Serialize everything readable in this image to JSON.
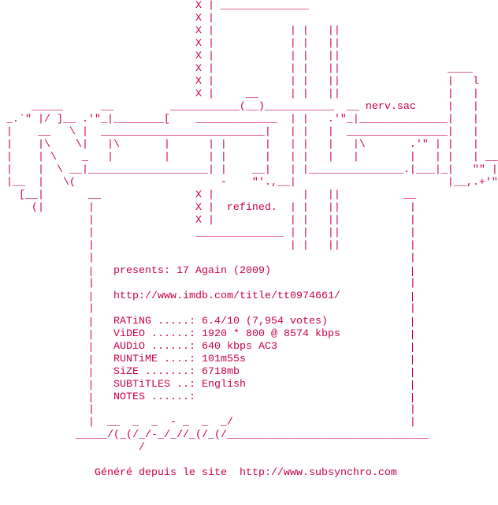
{
  "art": {
    "l0": "                               X | ______________",
    "l1": "                               X |",
    "l2": "                               X |            | |   ||",
    "l5": "                               X |            | |   ||                 ____",
    "l6": "                               X |            | |   ||                 |   l",
    "l7": "                               X |     __     | |   ||                 |   |",
    "l8": "     _____      __         ___________(__)___________  __ nerv.sac     |   |",
    "l9": " _.`\" |/ ]__ .'\"_|________[    _____________  | |   .'\"_|______________|   |",
    "l10": " |    __   \\ |  __________________________|   | |   |  ________________|   |",
    "l11": " |    |\\    \\|   |\\       |      | |      |   | |   |   |\\       .'\" | |   |",
    "l12": " |    | \\    _   |        |      | |      |   | |   |   |        |   | |   | __",
    "l13": " |    |  \\ __|___________________| |    __|   | |_______________.|___|_|   \"\" |",
    "l14": " |__  |   \\(                       -    \"'.,__|                        |__,.+'\"",
    "l15": "   [__|       __               X |              |   ||          __",
    "l16": "     (|       |                X |  refined.  | |   ||           |",
    "l17": "              |                X |            | |   ||           |",
    "l18": "              |                ______________ | |   ||           |",
    "l19": "              |                               | |   ||           |",
    "box": "              |                                                  |",
    "l33": "              |  __  _  _  - _  _  _/                            |",
    "l34": "            _____/(_(/_/-_/_//_(/_(/________________________________",
    "l35": "                      /"
  },
  "release": {
    "presents": "presents: 17 Again (2009)",
    "imdb_url": "http://www.imdb.com/title/tt0974661/",
    "fields": [
      {
        "label": "RATiNG .....:",
        "value": "6.4/10 (7,954 votes)"
      },
      {
        "label": "ViDEO ......:",
        "value": "1920 * 800 @ 8574 kbps"
      },
      {
        "label": "AUDiO ......:",
        "value": "640 kbps AC3"
      },
      {
        "label": "RUNTiME ....:",
        "value": "101m55s"
      },
      {
        "label": "SiZE .......:",
        "value": "6718mb"
      },
      {
        "label": "SUBTiTLES ..:",
        "value": "English"
      },
      {
        "label": "NOTES ......:",
        "value": ""
      }
    ]
  },
  "footer": {
    "text": "Généré depuis le site  ",
    "url": "http://www.subsynchro.com"
  },
  "colors": {
    "text": "#c8004a",
    "background": "#ffffff"
  }
}
